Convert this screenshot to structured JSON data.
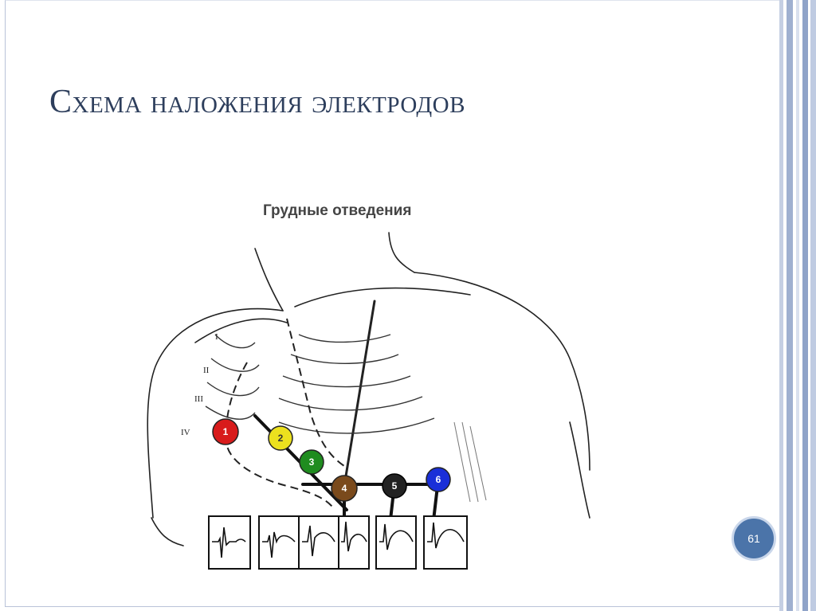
{
  "slide": {
    "title": "Схема наложения электродов",
    "page_number": "61"
  },
  "diagram": {
    "caption": "Грудные отведения",
    "rib_labels": [
      "I",
      "II",
      "III",
      "IV"
    ],
    "electrodes": [
      {
        "label": "1",
        "color": "#d81b1b"
      },
      {
        "label": "2",
        "color": "#ece11e"
      },
      {
        "label": "3",
        "color": "#1f8c1f"
      },
      {
        "label": "4",
        "color": "#7a4a1c"
      },
      {
        "label": "5",
        "color": "#222222"
      },
      {
        "label": "6",
        "color": "#1a2fd8"
      }
    ]
  },
  "colors": {
    "accent": "#4b74a9",
    "title": "#2d3e5c",
    "bars": [
      "#c5cfe3",
      "#9fb0d0",
      "#d9e0ee",
      "#8fa3c8",
      "#bfcbe2"
    ]
  }
}
